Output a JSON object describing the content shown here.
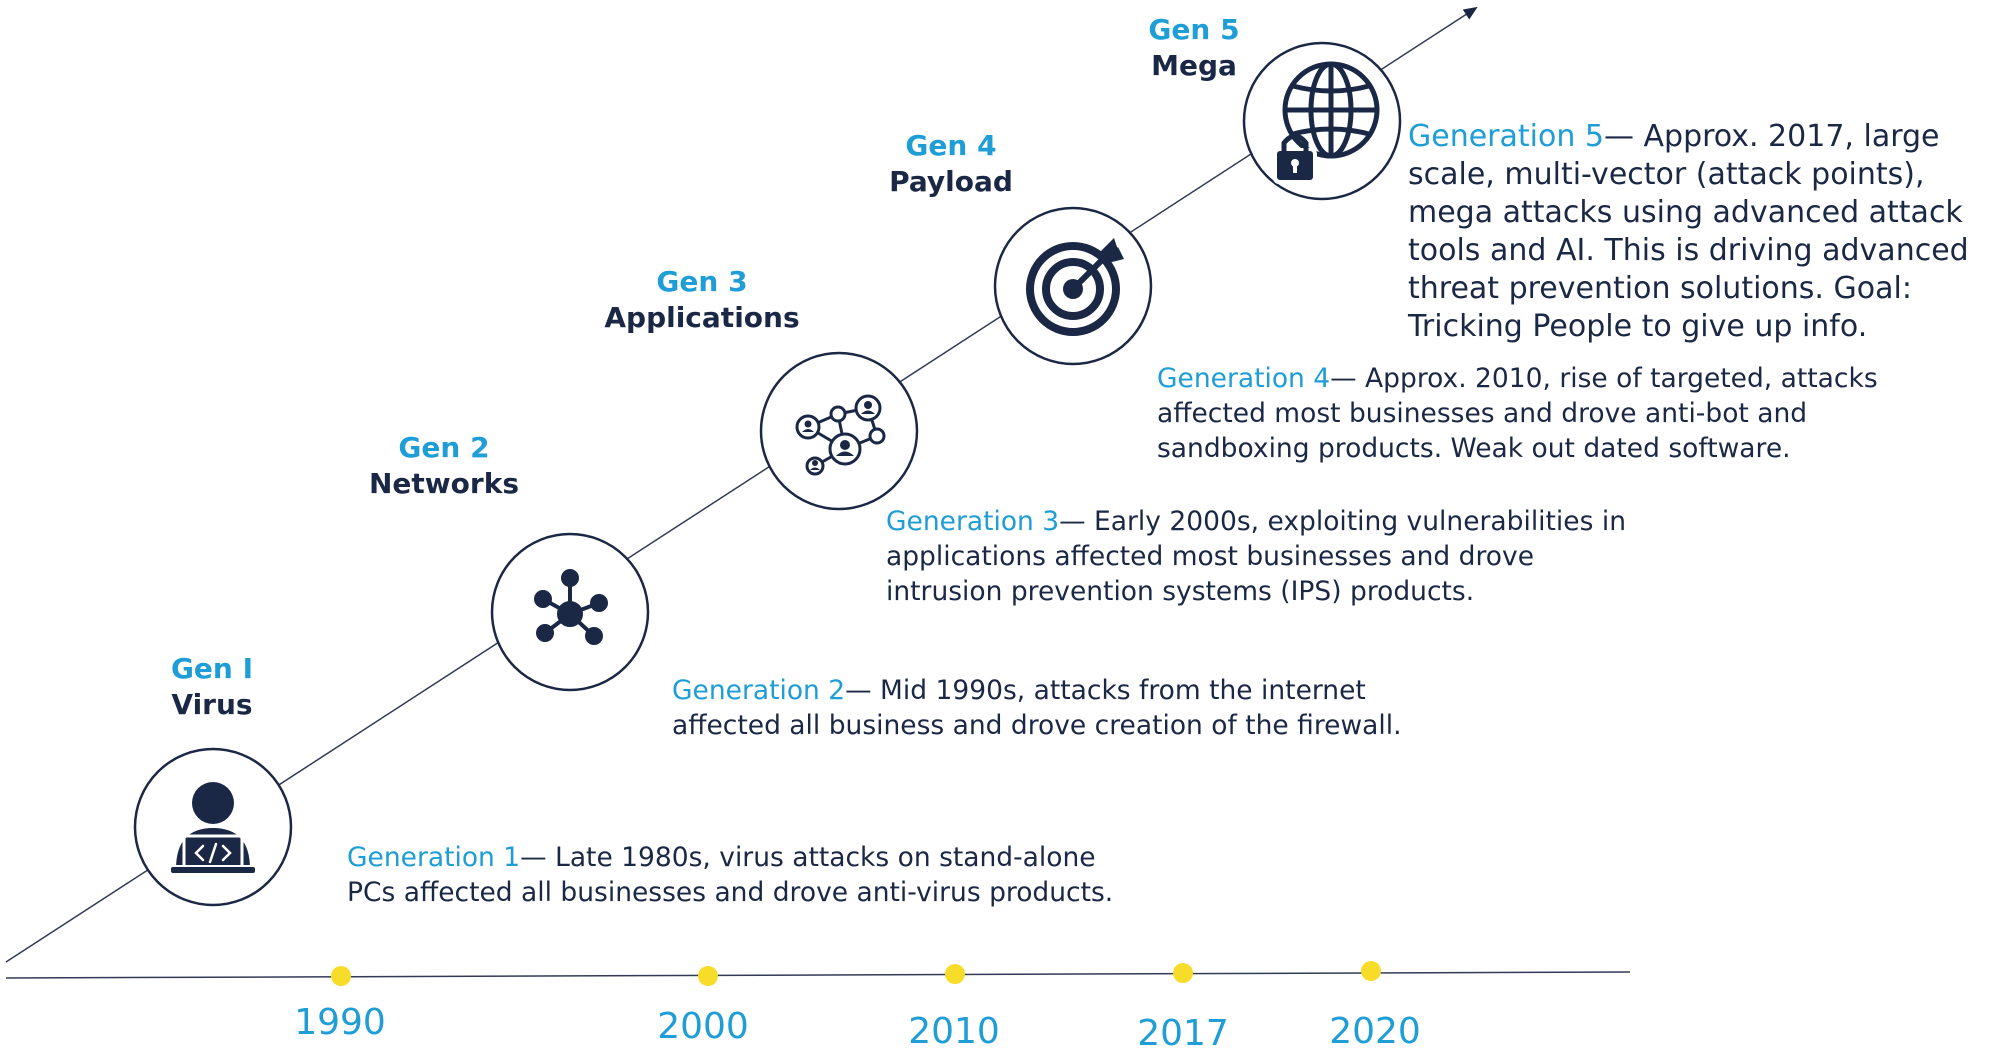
{
  "colors": {
    "accent": "#1e9dd6",
    "navy": "#1b2845",
    "dot": "#f7dc2a",
    "line": "#333a55"
  },
  "generations": [
    {
      "gen": "Gen I",
      "name": "Virus",
      "icon": "user-laptop-code-icon",
      "desc_head": "Generation 1",
      "desc_body": "— Late 1980s, virus attacks on stand-alone PCs affected all businesses and drove anti-virus products."
    },
    {
      "gen": "Gen 2",
      "name": "Networks",
      "icon": "network-hub-icon",
      "desc_head": "Generation 2",
      "desc_body": "— Mid 1990s, attacks from the internet affected all business and drove creation of the firewall."
    },
    {
      "gen": "Gen 3",
      "name": "Applications",
      "icon": "people-network-icon",
      "desc_head": "Generation 3",
      "desc_body": "— Early 2000s, exploiting vulnerabilities in applications affected most businesses and drove intrusion prevention systems (IPS) products."
    },
    {
      "gen": "Gen 4",
      "name": "Payload",
      "icon": "target-arrow-icon",
      "desc_head": "Generation 4",
      "desc_body": "— Approx. 2010, rise of targeted, attacks affected most businesses and drove anti-bot and sandboxing products. Weak out dated software."
    },
    {
      "gen": "Gen 5",
      "name": "Mega",
      "icon": "globe-lock-icon",
      "desc_head": "Generation 5",
      "desc_body": "— Approx. 2017, large scale, multi-vector (attack points), mega attacks using advanced attack tools and AI. This is driving advanced threat prevention solutions. Goal: Tricking People to give up info."
    }
  ],
  "timeline": {
    "years": [
      "1990",
      "2000",
      "2010",
      "2017",
      "2020"
    ]
  }
}
